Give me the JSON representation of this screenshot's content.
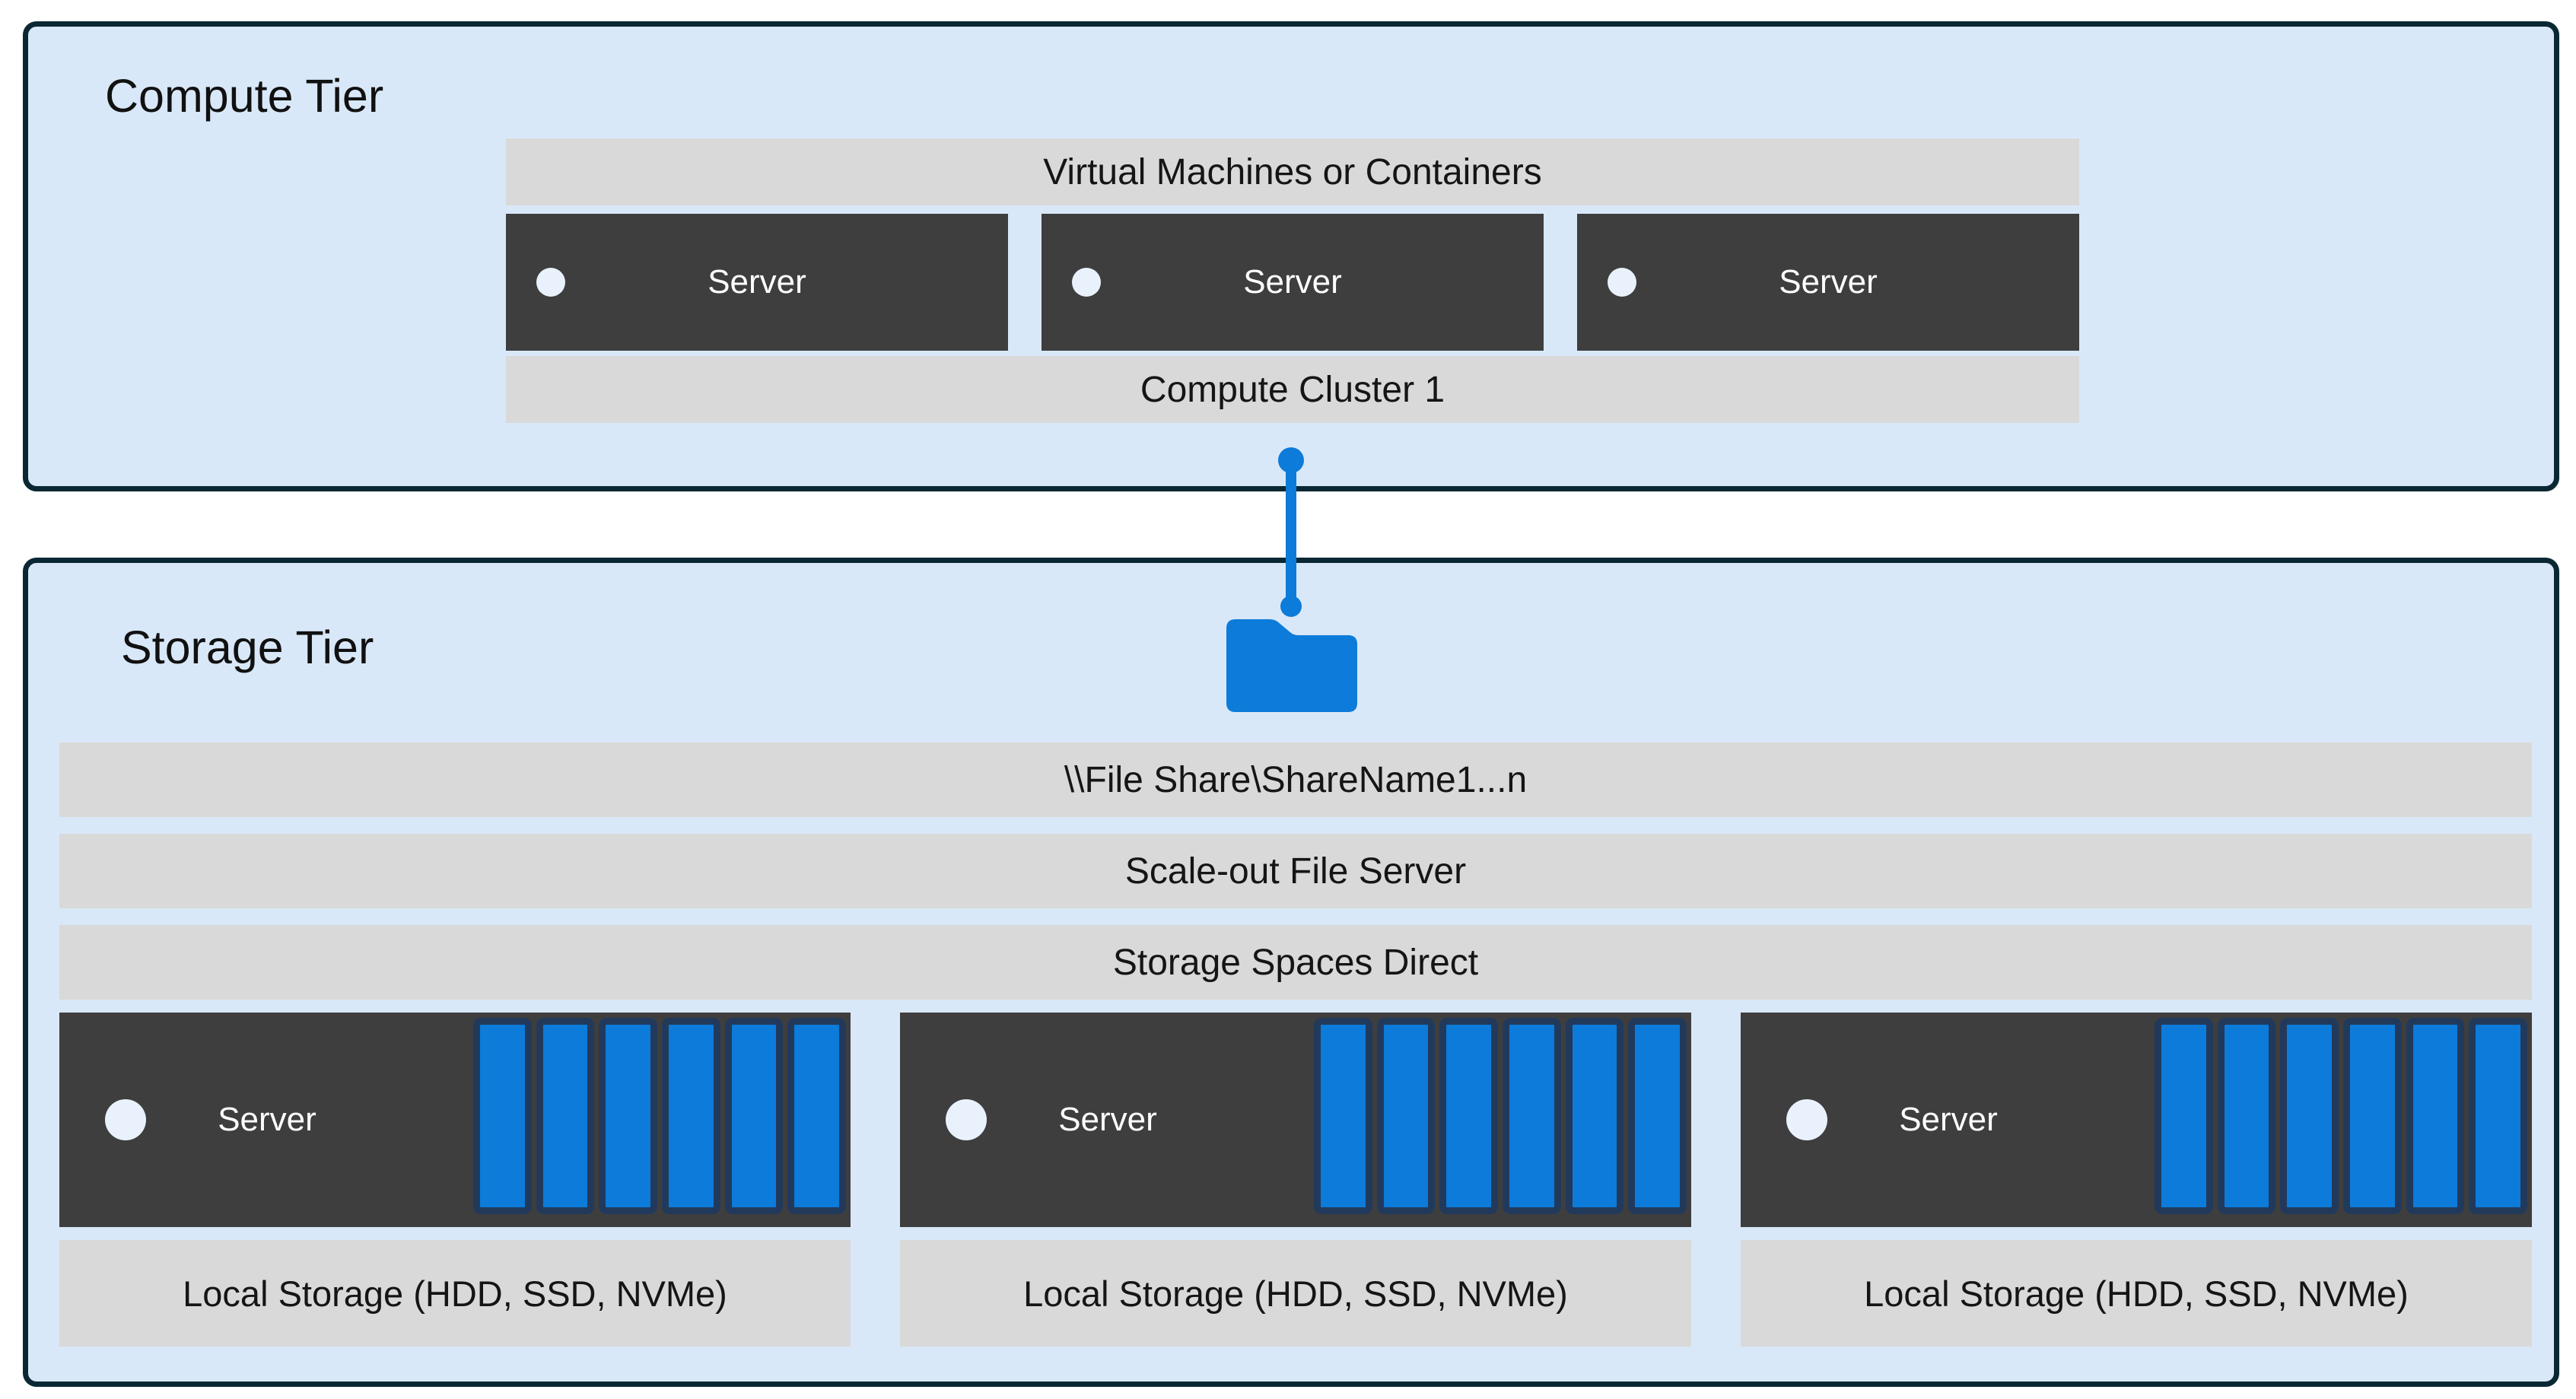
{
  "compute_tier": {
    "title": "Compute Tier",
    "vm_bar_label": "Virtual Machines or Containers",
    "servers": [
      {
        "label": "Server"
      },
      {
        "label": "Server"
      },
      {
        "label": "Server"
      }
    ],
    "cluster_bar_label": "Compute Cluster 1"
  },
  "connector": {
    "icon": "folder-icon"
  },
  "storage_tier": {
    "title": "Storage Tier",
    "file_share_bar_label": "\\\\File Share\\ShareName1...n",
    "scale_out_bar_label": "Scale-out File Server",
    "s2d_bar_label": "Storage Spaces Direct",
    "nodes": [
      {
        "server_label": "Server",
        "disk_count": 6,
        "local_storage_label": "Local Storage (HDD, SSD, NVMe)"
      },
      {
        "server_label": "Server",
        "disk_count": 6,
        "local_storage_label": "Local Storage (HDD, SSD, NVMe)"
      },
      {
        "server_label": "Server",
        "disk_count": 6,
        "local_storage_label": "Local Storage (HDD, SSD, NVMe)"
      }
    ]
  },
  "colors": {
    "page_bg": "#ffffff",
    "tier_fill": "#d9e8f8",
    "tier_border": "#0a2734",
    "bar_fill": "#d9d9d9",
    "server_fill": "#3e3e3e",
    "accent_blue": "#0d7bd9",
    "disk_border": "#213a5c",
    "led_dot": "#e9f2fc",
    "text_dark": "#151515",
    "text_light": "#ffffff"
  }
}
